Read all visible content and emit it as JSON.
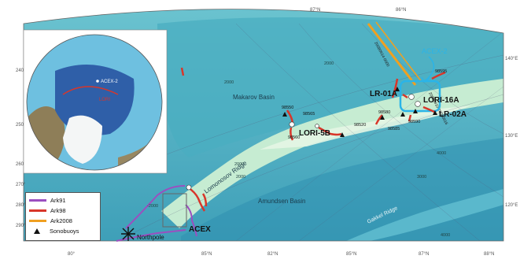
{
  "colors": {
    "ark91": "#9b4fc0",
    "ark98": "#d8362a",
    "ark2008": "#f0a020",
    "acex2_box": "#2ab4e8",
    "ridge": "#c7ecd4",
    "deep": "#3aa0b8",
    "shelf": "#8cd4c8"
  },
  "basins": {
    "makarov": "Makarov Basin",
    "amundsen": "Amundsen Basin",
    "lomonosov": "Lomonosov Ridge",
    "gakkel": "Gakkel Ridge"
  },
  "sites": {
    "lr01a": "LR-01A",
    "lori16a": "LORI-16A",
    "lr02a": "LR-02A",
    "lori5b": "LORI-5B",
    "acex": "ACEX",
    "acex2": "ACEX-2",
    "northpole": "Northpole"
  },
  "sonobuoys": [
    "98550",
    "98565",
    "98560",
    "98520",
    "98580",
    "98585",
    "98590",
    "98595"
  ],
  "depth_labels": [
    "2000",
    "2000",
    "2000",
    "2000",
    "3000",
    "4000",
    "4000",
    "-2000"
  ],
  "latitudes": [
    "87°N",
    "86°N"
  ],
  "lat_left": [
    "240°",
    "250°",
    "260°",
    "270°",
    "280°",
    "290°"
  ],
  "lat_right": [
    "140°E",
    "130°E",
    "120°E"
  ],
  "bottom_lon": [
    "80°",
    "85°N",
    "82°N",
    "85°N",
    "87°N",
    "88°N"
  ],
  "track_labels": {
    "ark2008_a": "20080914-0000",
    "ark2008_b": "20080910-20080916"
  },
  "inset": {
    "acex2": "ACEX-2",
    "lori": "LORI"
  },
  "legend": [
    {
      "label": "Ark91",
      "color": "#9b4fc0",
      "kind": "line"
    },
    {
      "label": "Ark98",
      "color": "#d8362a",
      "kind": "line"
    },
    {
      "label": "Ark2008",
      "color": "#f0a020",
      "kind": "line"
    },
    {
      "label": "Sonobuoys",
      "color": "#111111",
      "kind": "triangle"
    }
  ]
}
